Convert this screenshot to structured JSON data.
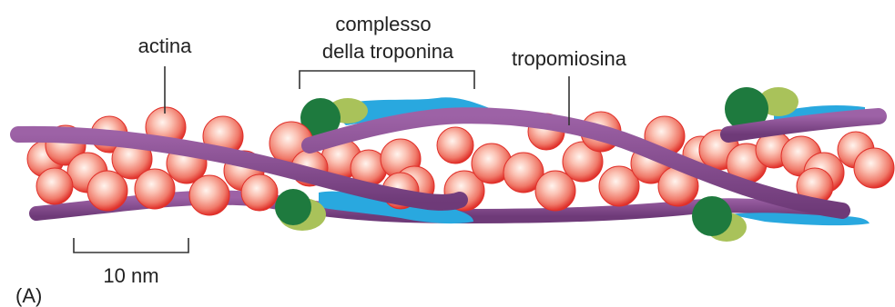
{
  "labels": {
    "actina": "actina",
    "complesso_line1": "complesso",
    "complesso_line2": "della troponina",
    "tropomiosina": "tropomiosina",
    "scale": "10 nm",
    "panel": "(A)"
  },
  "colors": {
    "actin_fill": "#f07a6a",
    "actin_rim": "#e0302a",
    "actin_highlight": "#fff4ee",
    "tropomyosin": "#8a4f92",
    "tropomyosin_dark": "#6e3a78",
    "troponin_blue": "#29a8df",
    "troponin_dark_green": "#1e7a3e",
    "troponin_light_green": "#a9c25a",
    "leader": "#333333"
  }
}
